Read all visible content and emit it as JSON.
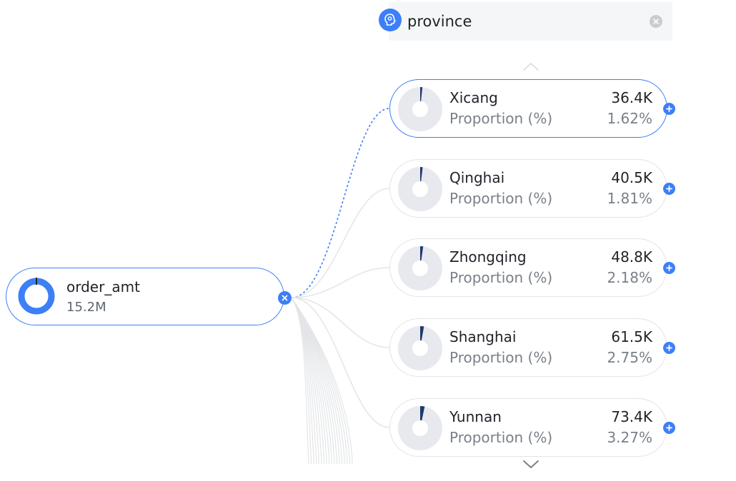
{
  "dimension": {
    "title": "province",
    "icon": "dimension-icon"
  },
  "root": {
    "name": "order_amt",
    "value": "15.2M",
    "ring_fill_fraction": 1.0
  },
  "children": [
    {
      "name": "Xicang",
      "value": "36.4K",
      "proportion_label": "Proportion (%)",
      "proportion": "1.62%",
      "fraction": 0.0162,
      "active": true
    },
    {
      "name": "Qinghai",
      "value": "40.5K",
      "proportion_label": "Proportion (%)",
      "proportion": "1.81%",
      "fraction": 0.0181,
      "active": false
    },
    {
      "name": "Zhongqing",
      "value": "48.8K",
      "proportion_label": "Proportion (%)",
      "proportion": "2.18%",
      "fraction": 0.0218,
      "active": false
    },
    {
      "name": "Shanghai",
      "value": "61.5K",
      "proportion_label": "Proportion (%)",
      "proportion": "2.75%",
      "fraction": 0.0275,
      "active": false
    },
    {
      "name": "Yunnan",
      "value": "73.4K",
      "proportion_label": "Proportion (%)",
      "proportion": "3.27%",
      "fraction": 0.0327,
      "active": false
    }
  ],
  "colors": {
    "accent": "#3d7ff7",
    "pie_track": "#e8e9ef",
    "pie_slice_dark": "#1f3a6b",
    "link_gray": "#e3e5e8"
  }
}
